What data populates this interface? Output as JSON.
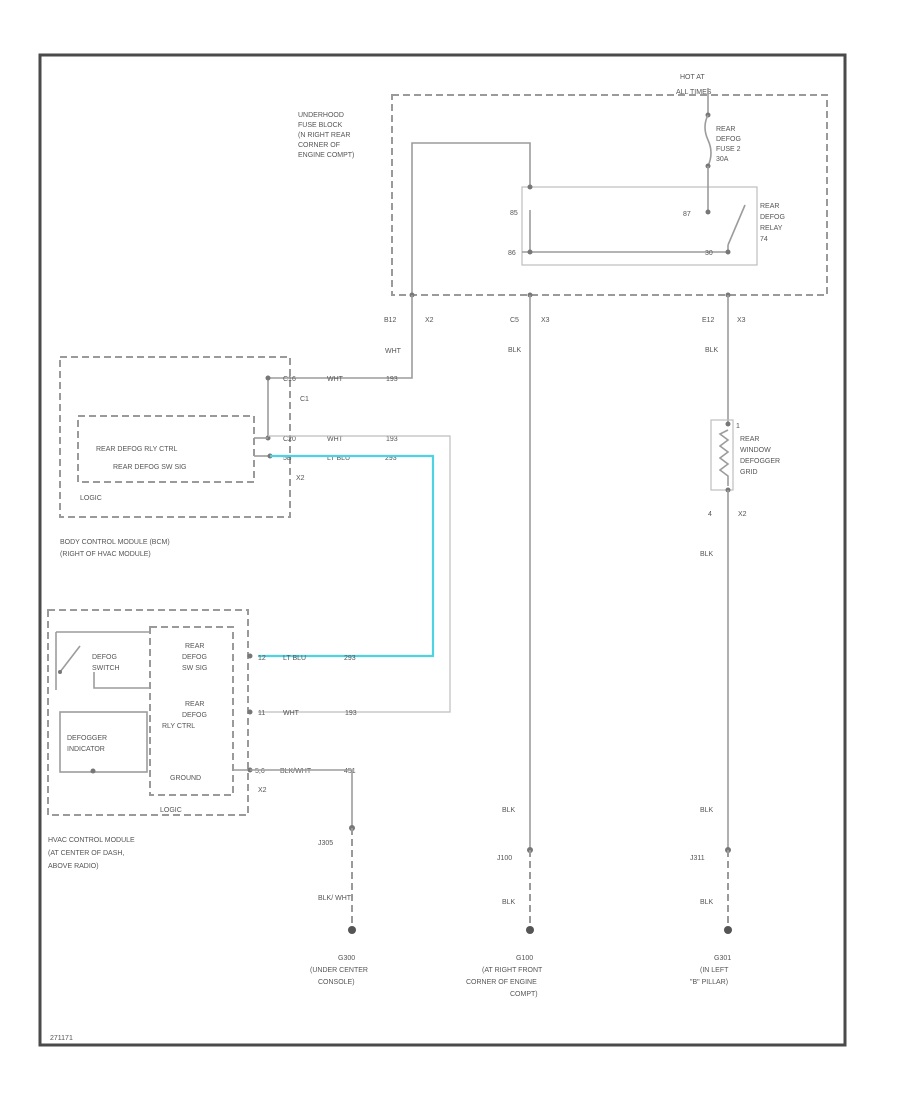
{
  "power": {
    "label_line1": "HOT AT",
    "label_line2": "ALL TIMES"
  },
  "fuse_block": {
    "label": [
      "UNDERHOOD",
      "FUSE BLOCK",
      "(N RIGHT REAR",
      "CORNER OF",
      "ENGINE COMPT)"
    ],
    "fuse_label": [
      "REAR",
      "DEFOG",
      "FUSE 2",
      "30A"
    ],
    "relay_label": [
      "REAR",
      "DEFOG",
      "RELAY",
      "74"
    ],
    "pins": {
      "left_top": "85",
      "left_bottom": "86",
      "right_top": "87",
      "right_bottom": "30"
    }
  },
  "connectors": {
    "c1": {
      "pin": "B12",
      "conn": "X2"
    },
    "c2": {
      "pin": "C5",
      "conn": "X3"
    },
    "c3": {
      "pin": "E12",
      "conn": "X3"
    }
  },
  "wire_colors": {
    "wht": "WHT",
    "blk": "BLK",
    "blk_wht": "BLK/ WHT"
  },
  "bcm": {
    "pin_top": "C16",
    "conn_top": "C1",
    "pin_mid": "C20",
    "pin_low": "5B",
    "conn_low": "X2",
    "wire_top": "WHT",
    "wire_top_num": "193",
    "wire_mid": "WHT",
    "wire_mid_num": "193",
    "wire_low": "LT BLU",
    "wire_low_num": "293",
    "inner_line1": "REAR DEFOG RLY CTRL",
    "inner_line2": "REAR DEFOG SW SIG",
    "logic": "LOGIC",
    "name_line1": "BODY CONTROL MODULE (BCM)",
    "name_line2": "(RIGHT OF HVAC MODULE)"
  },
  "hvac": {
    "switch_label": [
      "DEFOG",
      "SWITCH"
    ],
    "indicator_label": [
      "DEFOGGER",
      "INDICATOR"
    ],
    "sw_sig_label": [
      "REAR",
      "DEFOG",
      "SW SIG"
    ],
    "rly_ctrl_label": [
      "REAR",
      "DEFOG",
      "RLY CTRL"
    ],
    "ground_label": "GROUND",
    "logic": "LOGIC",
    "pin1": "12",
    "wire1": "LT BLU",
    "num1": "293",
    "pin2": "11",
    "wire2": "WHT",
    "num2": "193",
    "pin3": "5,6",
    "wire3": "BLK/WHT",
    "num3": "451",
    "conn": "X2",
    "name": [
      "HVAC CONTROL MODULE",
      "(AT CENTER OF DASH,",
      "ABOVE RADIO)"
    ]
  },
  "grid": {
    "label": [
      "REAR",
      "WINDOW",
      "DEFOGGER",
      "GRID"
    ],
    "pin_top": "1",
    "pin_bottom": "4",
    "conn": "X2"
  },
  "splices": {
    "s1": "J305",
    "s2": "J100",
    "s3": "J311"
  },
  "grounds": {
    "g1": [
      "G300",
      "(UNDER CENTER",
      "CONSOLE)"
    ],
    "g2": [
      "G100",
      "(AT RIGHT FRONT",
      "CORNER OF ENGINE",
      "COMPT)"
    ],
    "g3": [
      "G301",
      "(IN LEFT",
      "\"B\" PILLAR)"
    ]
  },
  "footer": {
    "code": "271171"
  }
}
